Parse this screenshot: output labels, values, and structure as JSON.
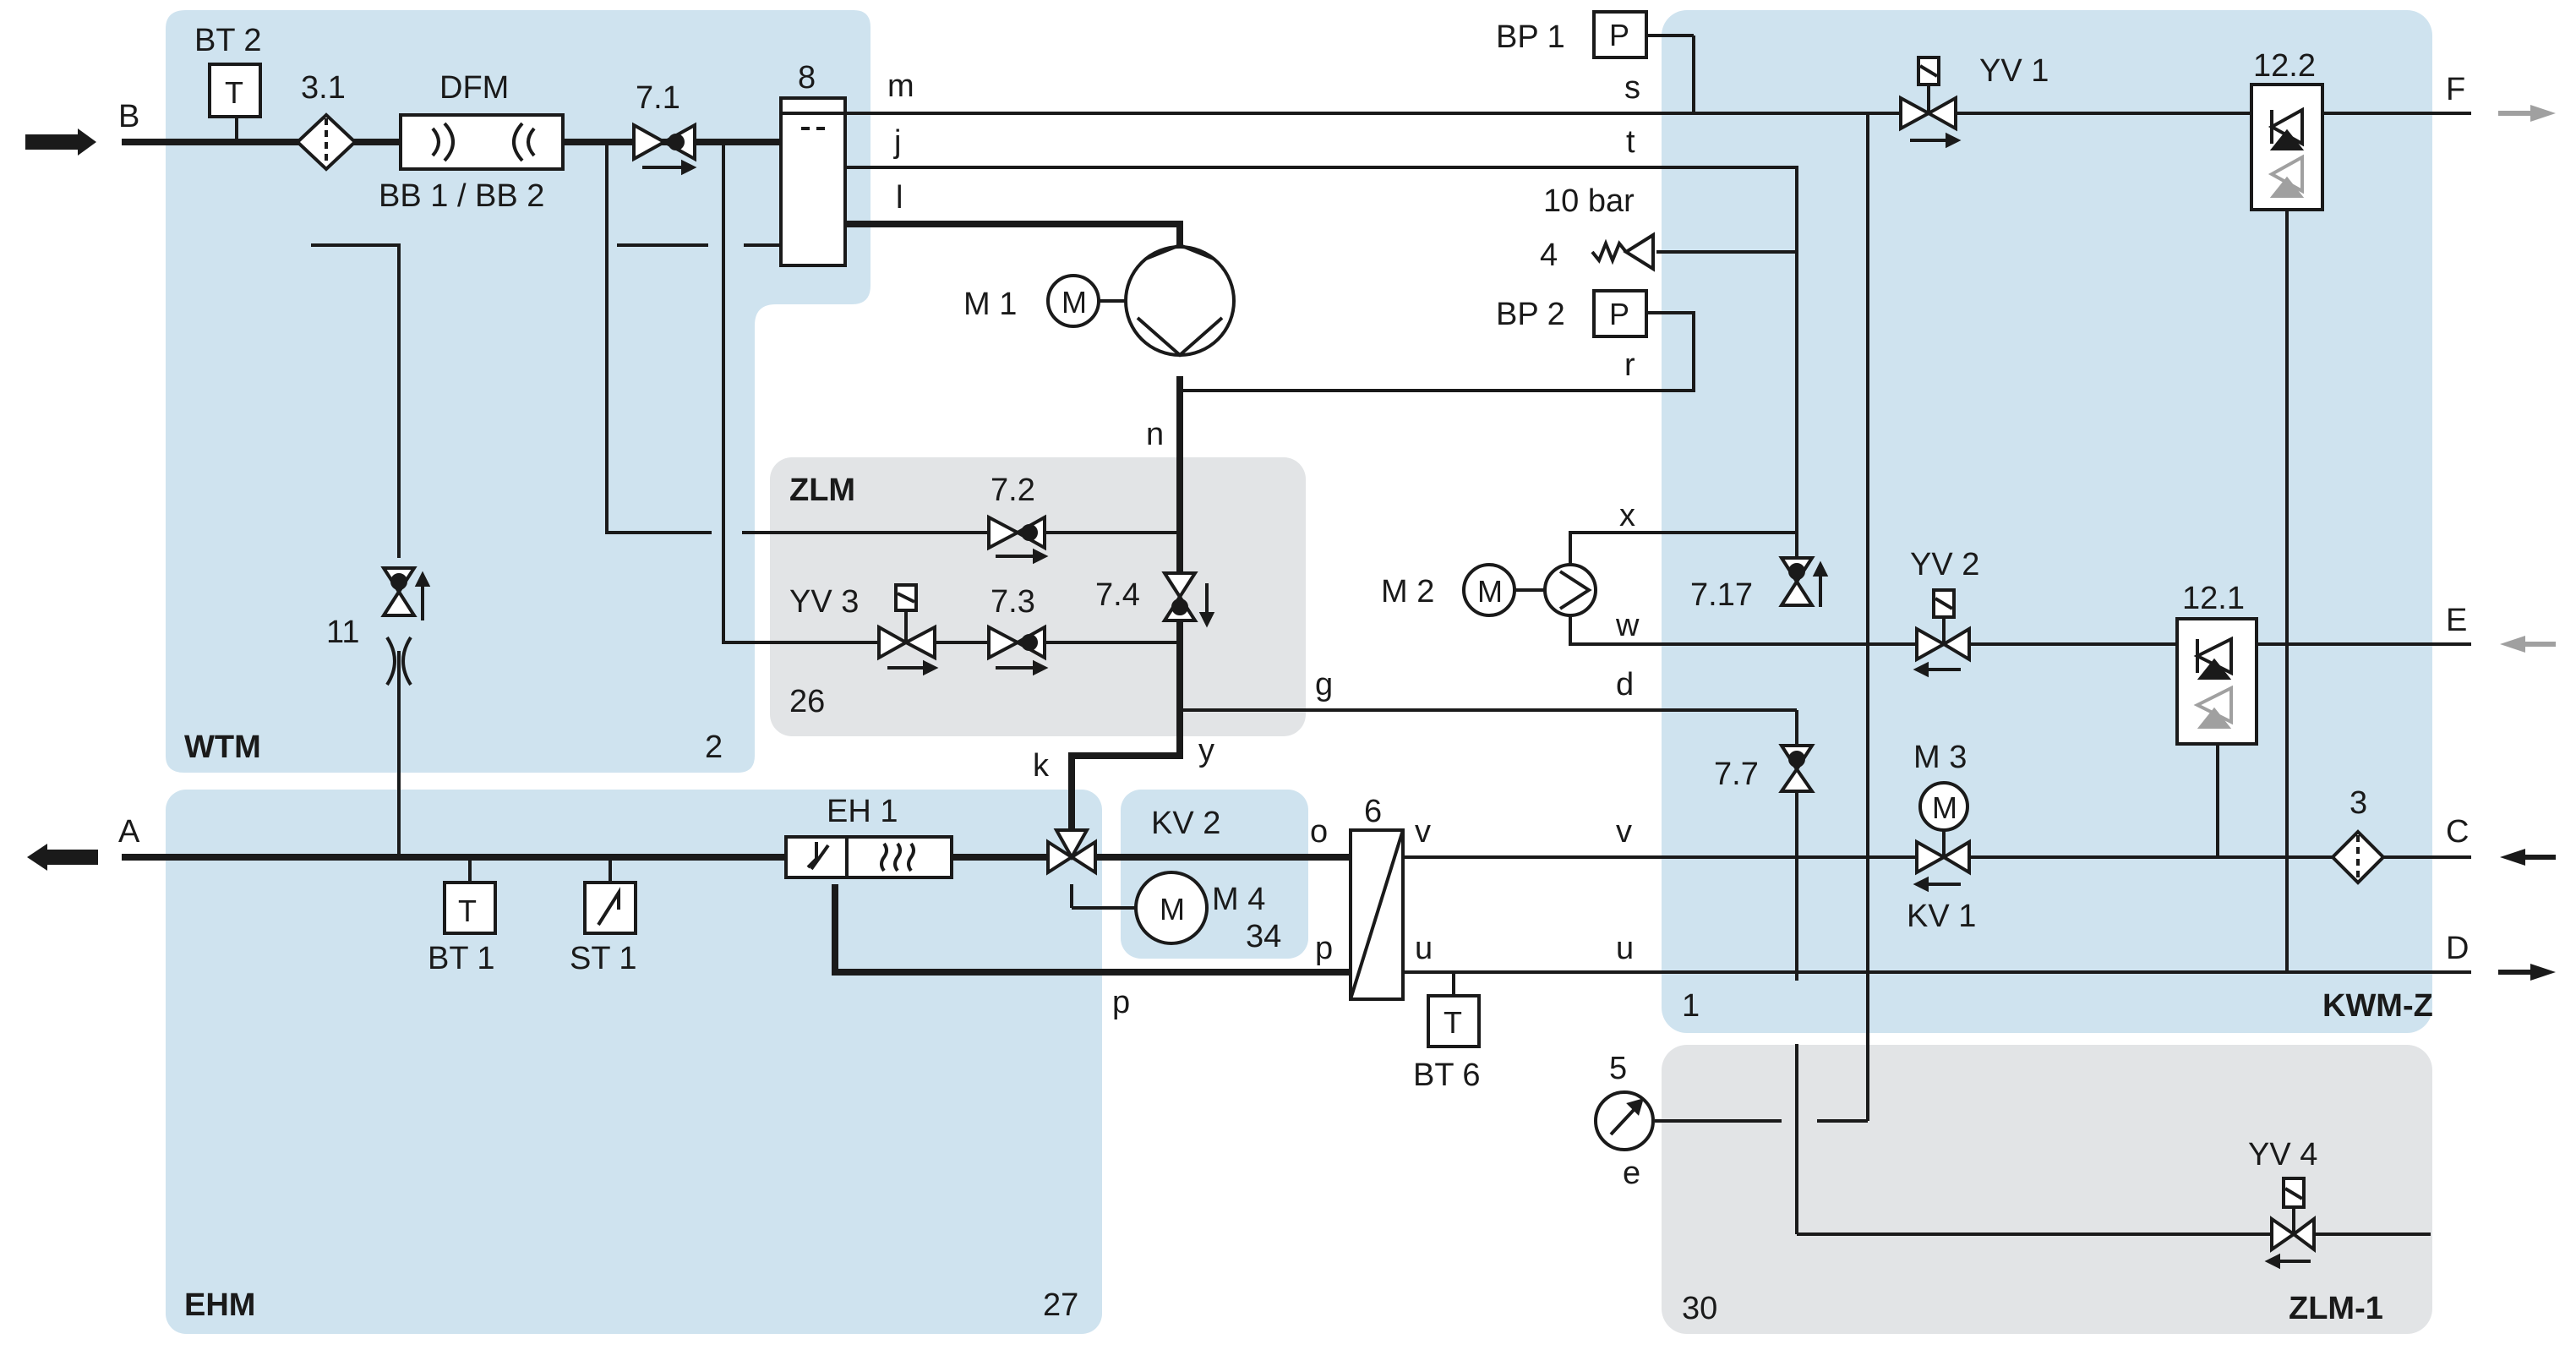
{
  "zones": {
    "wtm": {
      "name": "WTM",
      "number": "2"
    },
    "zlm": {
      "name": "ZLM",
      "number": "26"
    },
    "kv2": {
      "name": "KV 2",
      "number": "34"
    },
    "ehm": {
      "name": "EHM",
      "number": "27"
    },
    "kwmz": {
      "name": "KWM-Z",
      "number": "1"
    },
    "zlm1": {
      "name": "ZLM-1",
      "number": "30"
    }
  },
  "ports": {
    "A": "A",
    "B": "B",
    "C": "C",
    "D": "D",
    "E": "E",
    "F": "F"
  },
  "components": {
    "bt2": "BT 2",
    "t_letter": "T",
    "p_letter": "P",
    "m_letter": "M",
    "c31": "3.1",
    "dfm": "DFM",
    "bb": "BB 1 / BB 2",
    "v71": "7.1",
    "c8": "8",
    "m1": "M 1",
    "m2": "M 2",
    "m3": "M 3",
    "m4": "M 4",
    "c72": "7.2",
    "c73": "7.3",
    "c74": "7.4",
    "yv3": "YV 3",
    "c11": "11",
    "eh1": "EH 1",
    "bt1": "BT 1",
    "st1": "ST 1",
    "c6": "6",
    "bt6": "BT 6",
    "bp1": "BP 1",
    "bp2": "BP 2",
    "bar10": "10 bar",
    "c4": "4",
    "yv1": "YV 1",
    "yv2": "YV 2",
    "yv4": "YV 4",
    "c122": "12.2",
    "c121": "12.1",
    "c717": "7.17",
    "c77": "7.7",
    "kv1": "KV 1",
    "c3": "3",
    "c5": "5"
  },
  "lines": {
    "m": "m",
    "j": "j",
    "l": "l",
    "s": "s",
    "t": "t",
    "r": "r",
    "n": "n",
    "x": "x",
    "w": "w",
    "g": "g",
    "d": "d",
    "k": "k",
    "y": "y",
    "o": "o",
    "p": "p",
    "v": "v",
    "u": "u",
    "e": "e"
  },
  "colors": {
    "zone_blue": "#cfe3ef",
    "zone_grey": "#e2e4e6",
    "line": "#1a1a1a",
    "arrow_grey": "#a0a0a0"
  }
}
